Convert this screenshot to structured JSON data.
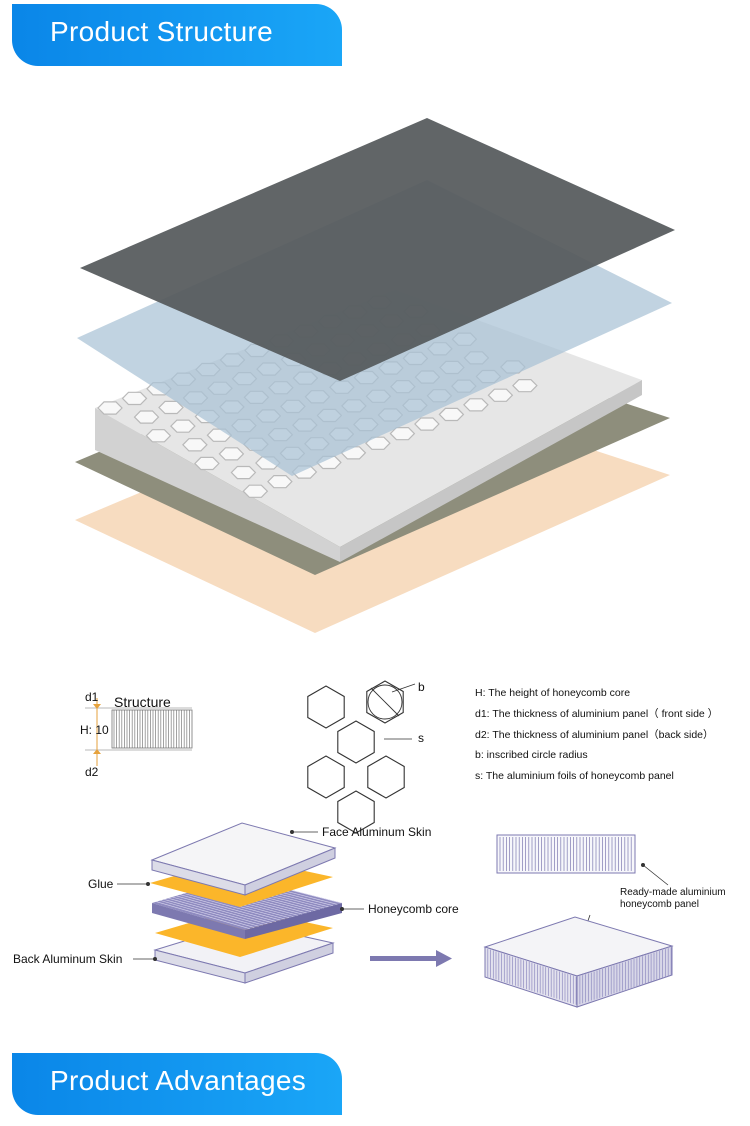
{
  "sections": {
    "structure_title": "Product Structure",
    "advantages_title": "Product Advantages"
  },
  "colors": {
    "banner": "#0e8ef0",
    "top_skin": "#5a5f60",
    "glue_top": "#a9c2d6",
    "base_skin": "#8e8e7c",
    "bottom_layer": "#f7dcc0",
    "glue_orange": "#fbb62a",
    "legend_purple": "#7d79b0"
  },
  "structure_diagram": {
    "title": "Structure",
    "d1": "d1",
    "h": "H: 10",
    "d2": "d2",
    "b": "b",
    "s": "s"
  },
  "legend": [
    "H: The height of honeycomb core",
    "d1: The thickness of aluminium panel（ front side ）",
    "d2: The thickness of aluminium panel（back side）",
    "b: inscribed circle radius",
    "s: The aluminium foils of  honeycomb panel"
  ],
  "assembly": {
    "face_skin": "Face Aluminum Skin",
    "glue": "Glue",
    "core": "Honeycomb core",
    "back_skin": "Back Aluminum Skin",
    "ready_line1": "Ready-made aluminium",
    "ready_line2": "honeycomb panel"
  }
}
